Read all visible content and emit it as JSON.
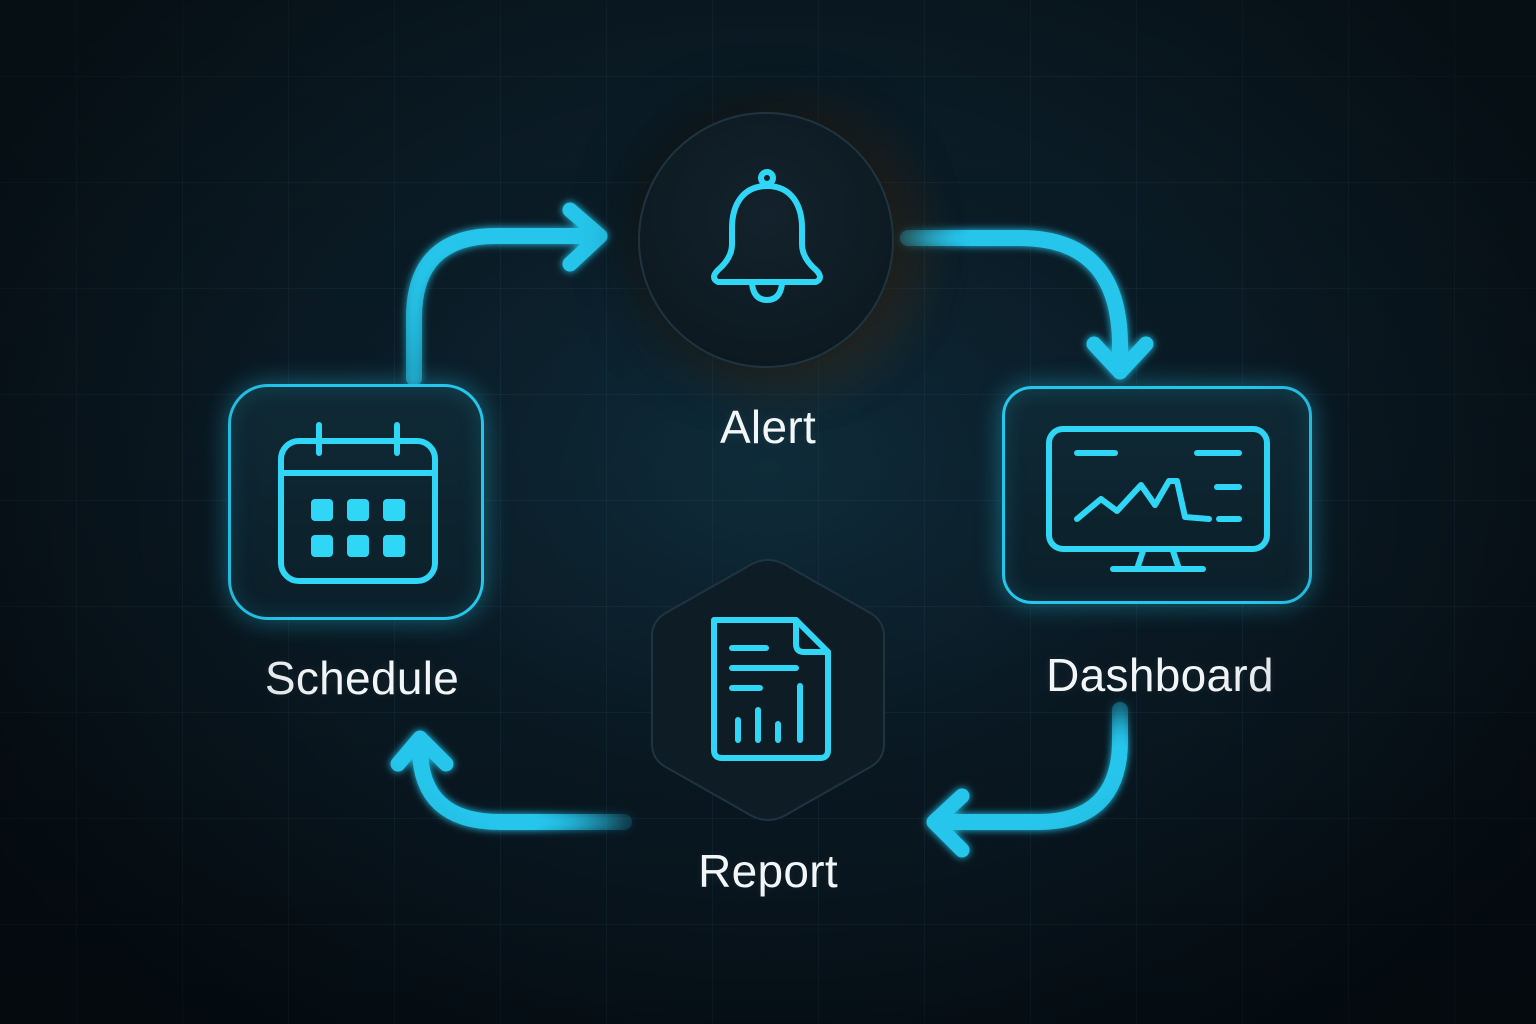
{
  "diagram": {
    "nodes": [
      {
        "id": "alert",
        "label": "Alert",
        "icon": "bell-icon",
        "shape": "circle"
      },
      {
        "id": "dashboard",
        "label": "Dashboard",
        "icon": "monitor-chart-icon",
        "shape": "rounded-rectangle"
      },
      {
        "id": "report",
        "label": "Report",
        "icon": "document-chart-icon",
        "shape": "hexagon"
      },
      {
        "id": "schedule",
        "label": "Schedule",
        "icon": "calendar-icon",
        "shape": "rounded-square"
      }
    ],
    "edges": [
      {
        "from": "schedule",
        "to": "alert"
      },
      {
        "from": "alert",
        "to": "dashboard"
      },
      {
        "from": "dashboard",
        "to": "report"
      },
      {
        "from": "report",
        "to": "schedule"
      }
    ]
  },
  "colors": {
    "background": "#0a1720",
    "accent": "#25c6ec",
    "glow_warm": "#c96e14",
    "label_text": "#f2f6f8"
  }
}
